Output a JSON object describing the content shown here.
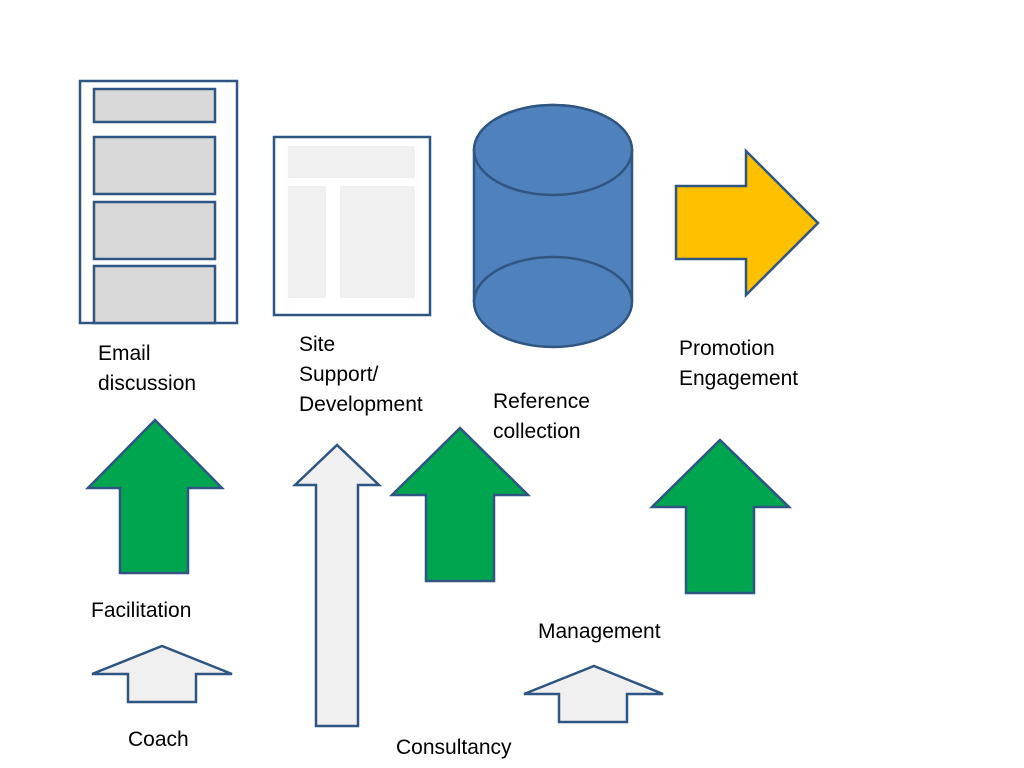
{
  "colors": {
    "outline": "#2f5582",
    "cylinder_fill": "#4f81bd",
    "promotion_arrow_fill": "#ffc000",
    "green_arrow_fill": "#00a64f",
    "light_arrow_fill": "#f0f0f0",
    "panel_fill": "#d9d9d9",
    "doc_fill": "#f0f0f0"
  },
  "icons": {
    "email": "email-discussion-icon",
    "site": "site-layout-icon",
    "reference": "database-cylinder-icon",
    "promotion": "right-arrow-icon"
  },
  "labels": {
    "email": "Email\ndiscussion",
    "site": "Site\nSupport/\nDevelopment",
    "reference": "Reference\ncollection",
    "promotion": "Promotion\nEngagement",
    "facilitation": "Facilitation",
    "management": "Management",
    "coach": "Coach",
    "consultancy": "Consultancy"
  }
}
